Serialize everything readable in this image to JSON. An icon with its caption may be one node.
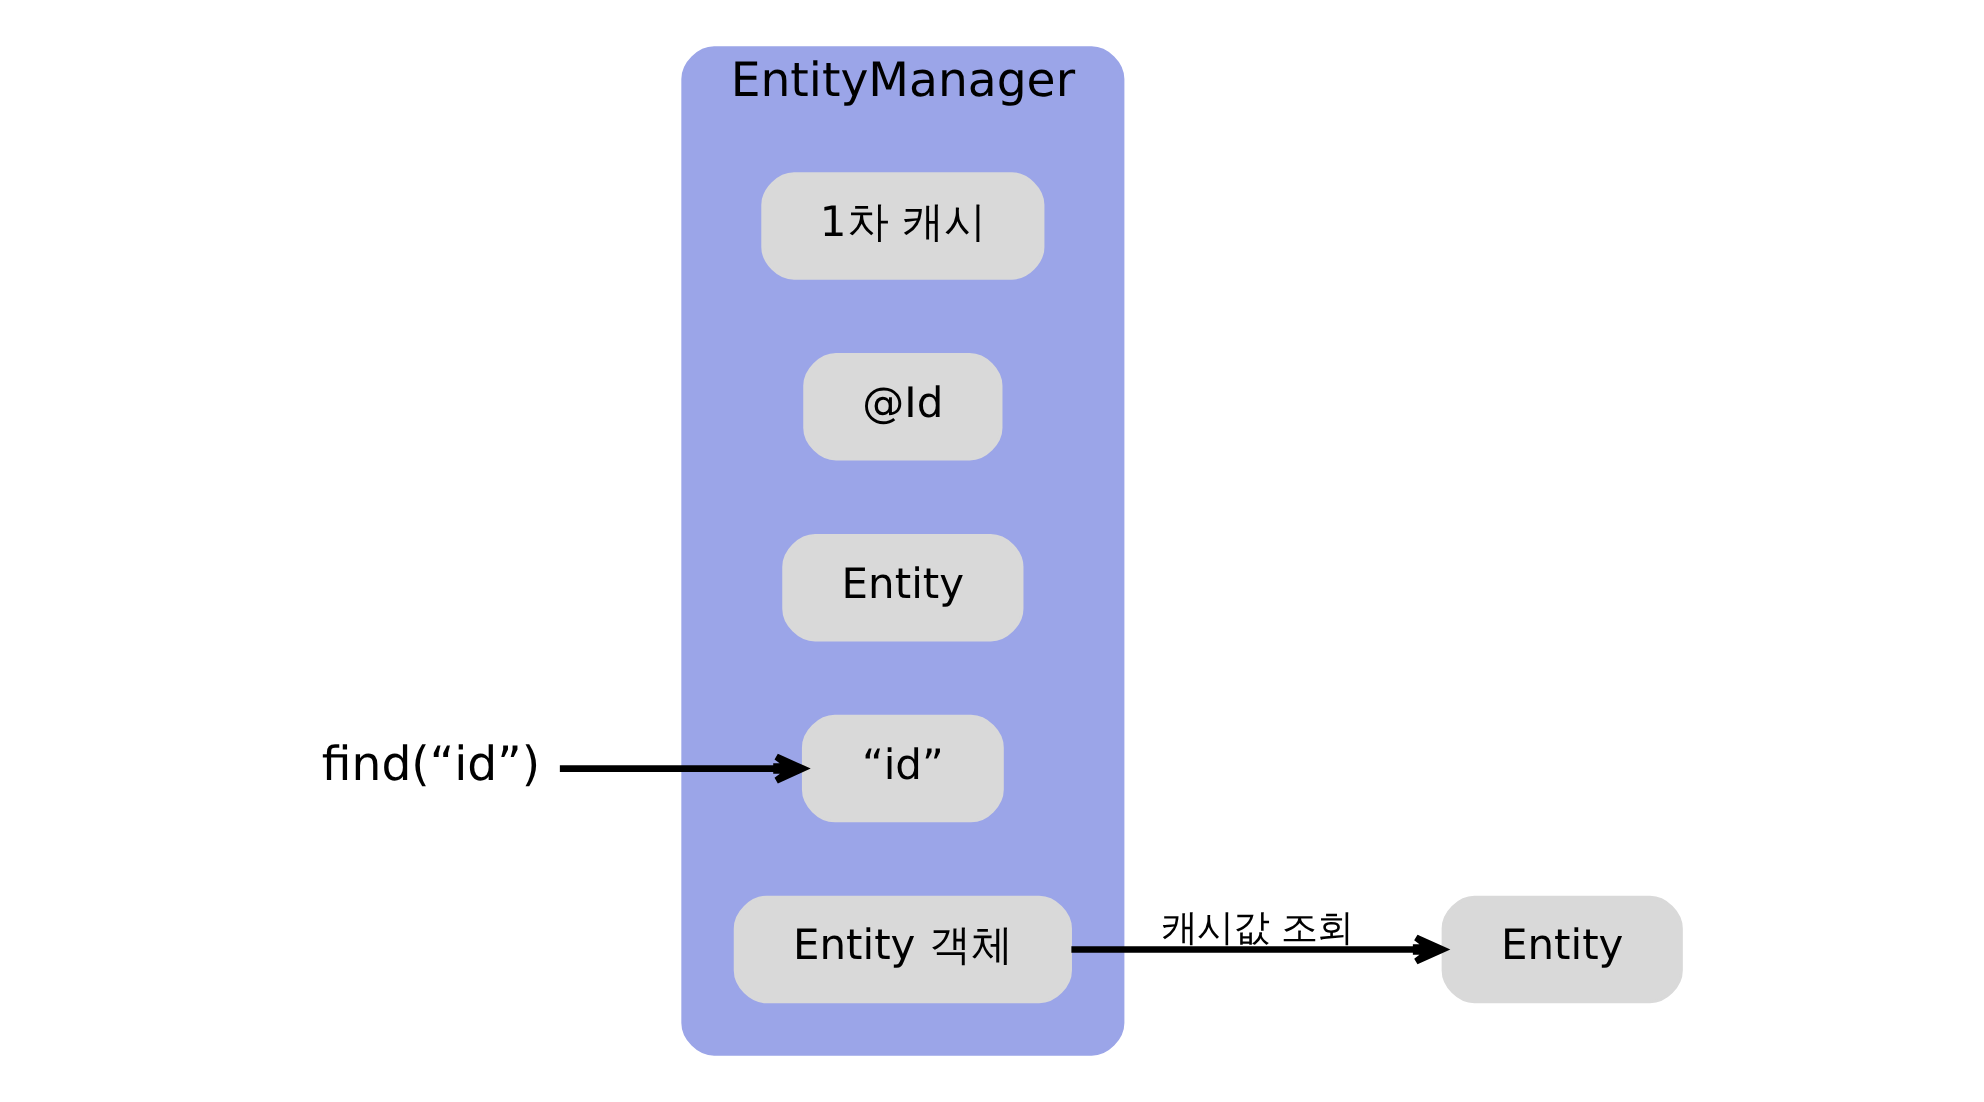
{
  "diagram": {
    "nodes": [
      {
        "text": [
          "EntityManager"
        ]
      },
      {
        "text": [
          "1차 캐시"
        ],
        "in": 0
      },
      {
        "text": [
          "@Id"
        ],
        "in": 0
      },
      {
        "text": [
          "Entity"
        ],
        "in": 0
      },
      {
        "text": [
          "“id”"
        ],
        "in": 0
      },
      {
        "text": [
          "Entity 객체"
        ],
        "in": 0
      },
      {
        "text": [
          "find(“id”)"
        ]
      },
      {
        "text": [
          "Entity"
        ]
      }
    ],
    "edges": [
      {
        "from": 6,
        "to": 4,
        "arrow": "to"
      },
      {
        "from": 5,
        "to": 7,
        "arrow": "to",
        "label": "캐시값 조회"
      }
    ]
  }
}
